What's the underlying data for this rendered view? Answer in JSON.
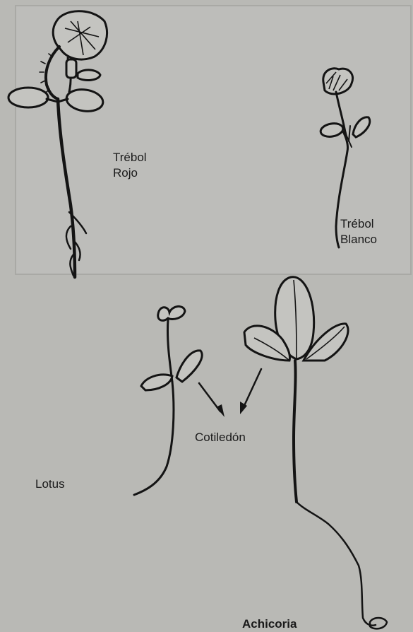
{
  "labels": {
    "trebol_rojo": [
      "Trébol",
      "Rojo"
    ],
    "trebol_blanco": [
      "Trébol",
      "Blanco"
    ],
    "cotiledon": "Cotiledón",
    "lotus": "Lotus",
    "achicoria": "Achicoria"
  },
  "colors": {
    "paper": "#b9b9b5",
    "ink": "#141414"
  }
}
